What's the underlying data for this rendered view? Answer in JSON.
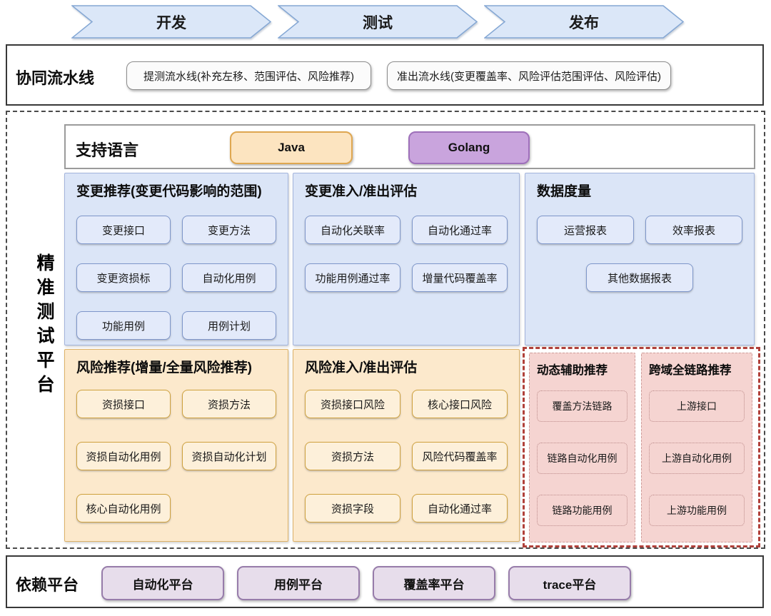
{
  "stages": [
    {
      "label": "开发"
    },
    {
      "label": "测试"
    },
    {
      "label": "发布"
    }
  ],
  "pipeline": {
    "label": "协同流水线",
    "boxes": [
      "提测流水线(补充左移、范围评估、风险推荐)",
      "准出流水线(变更覆盖率、风险评估范围评估、风险评估)"
    ]
  },
  "platform": {
    "label": "精准测试平台",
    "languages": {
      "label": "支持语言",
      "items": [
        "Java",
        "Golang"
      ]
    },
    "blue_sections": [
      {
        "title": "变更推荐(变更代码影响的范围)",
        "items": [
          "变更接口",
          "变更方法",
          "变更资损标",
          "自动化用例",
          "功能用例",
          "用例计划"
        ]
      },
      {
        "title": "变更准入/准出评估",
        "items": [
          "自动化关联率",
          "自动化通过率",
          "功能用例通过率",
          "增量代码覆盖率"
        ]
      },
      {
        "title": "数据度量",
        "items": [
          "运营报表",
          "效率报表",
          "其他数据报表"
        ]
      }
    ],
    "orange_sections": [
      {
        "title": "风险推荐(增量/全量风险推荐)",
        "items": [
          "资损接口",
          "资损方法",
          "资损自动化用例",
          "资损自动化计划",
          "核心自动化用例"
        ]
      },
      {
        "title": "风险准入/准出评估",
        "items": [
          "资损接口风险",
          "核心接口风险",
          "资损方法",
          "风险代码覆盖率",
          "资损字段",
          "自动化通过率"
        ]
      }
    ],
    "pink_sections": [
      {
        "title": "动态辅助推荐",
        "items": [
          "覆盖方法链路",
          "链路自动化用例",
          "链路功能用例"
        ]
      },
      {
        "title": "跨域全链路推荐",
        "items": [
          "上游接口",
          "上游自动化用例",
          "上游功能用例"
        ]
      }
    ]
  },
  "dependencies": {
    "label": "依赖平台",
    "items": [
      "自动化平台",
      "用例平台",
      "覆盖率平台",
      "trace平台"
    ]
  },
  "colors": {
    "chevron_fill": "#dbe7f8",
    "chevron_border": "#84a7d4",
    "blue_panel": "#dbe5f7",
    "blue_button": "#e3eafa",
    "blue_border": "#7e96ca",
    "orange_panel": "#fce9cc",
    "orange_button": "#fdf0da",
    "orange_border": "#cfa23e",
    "pink_panel": "#f5d4d1",
    "pink_outer_border": "#b0403a",
    "java_fill": "#fce4c0",
    "golang_fill": "#c9a4dd",
    "dependency_fill": "#e7ddeb",
    "dependency_border": "#977caa"
  }
}
